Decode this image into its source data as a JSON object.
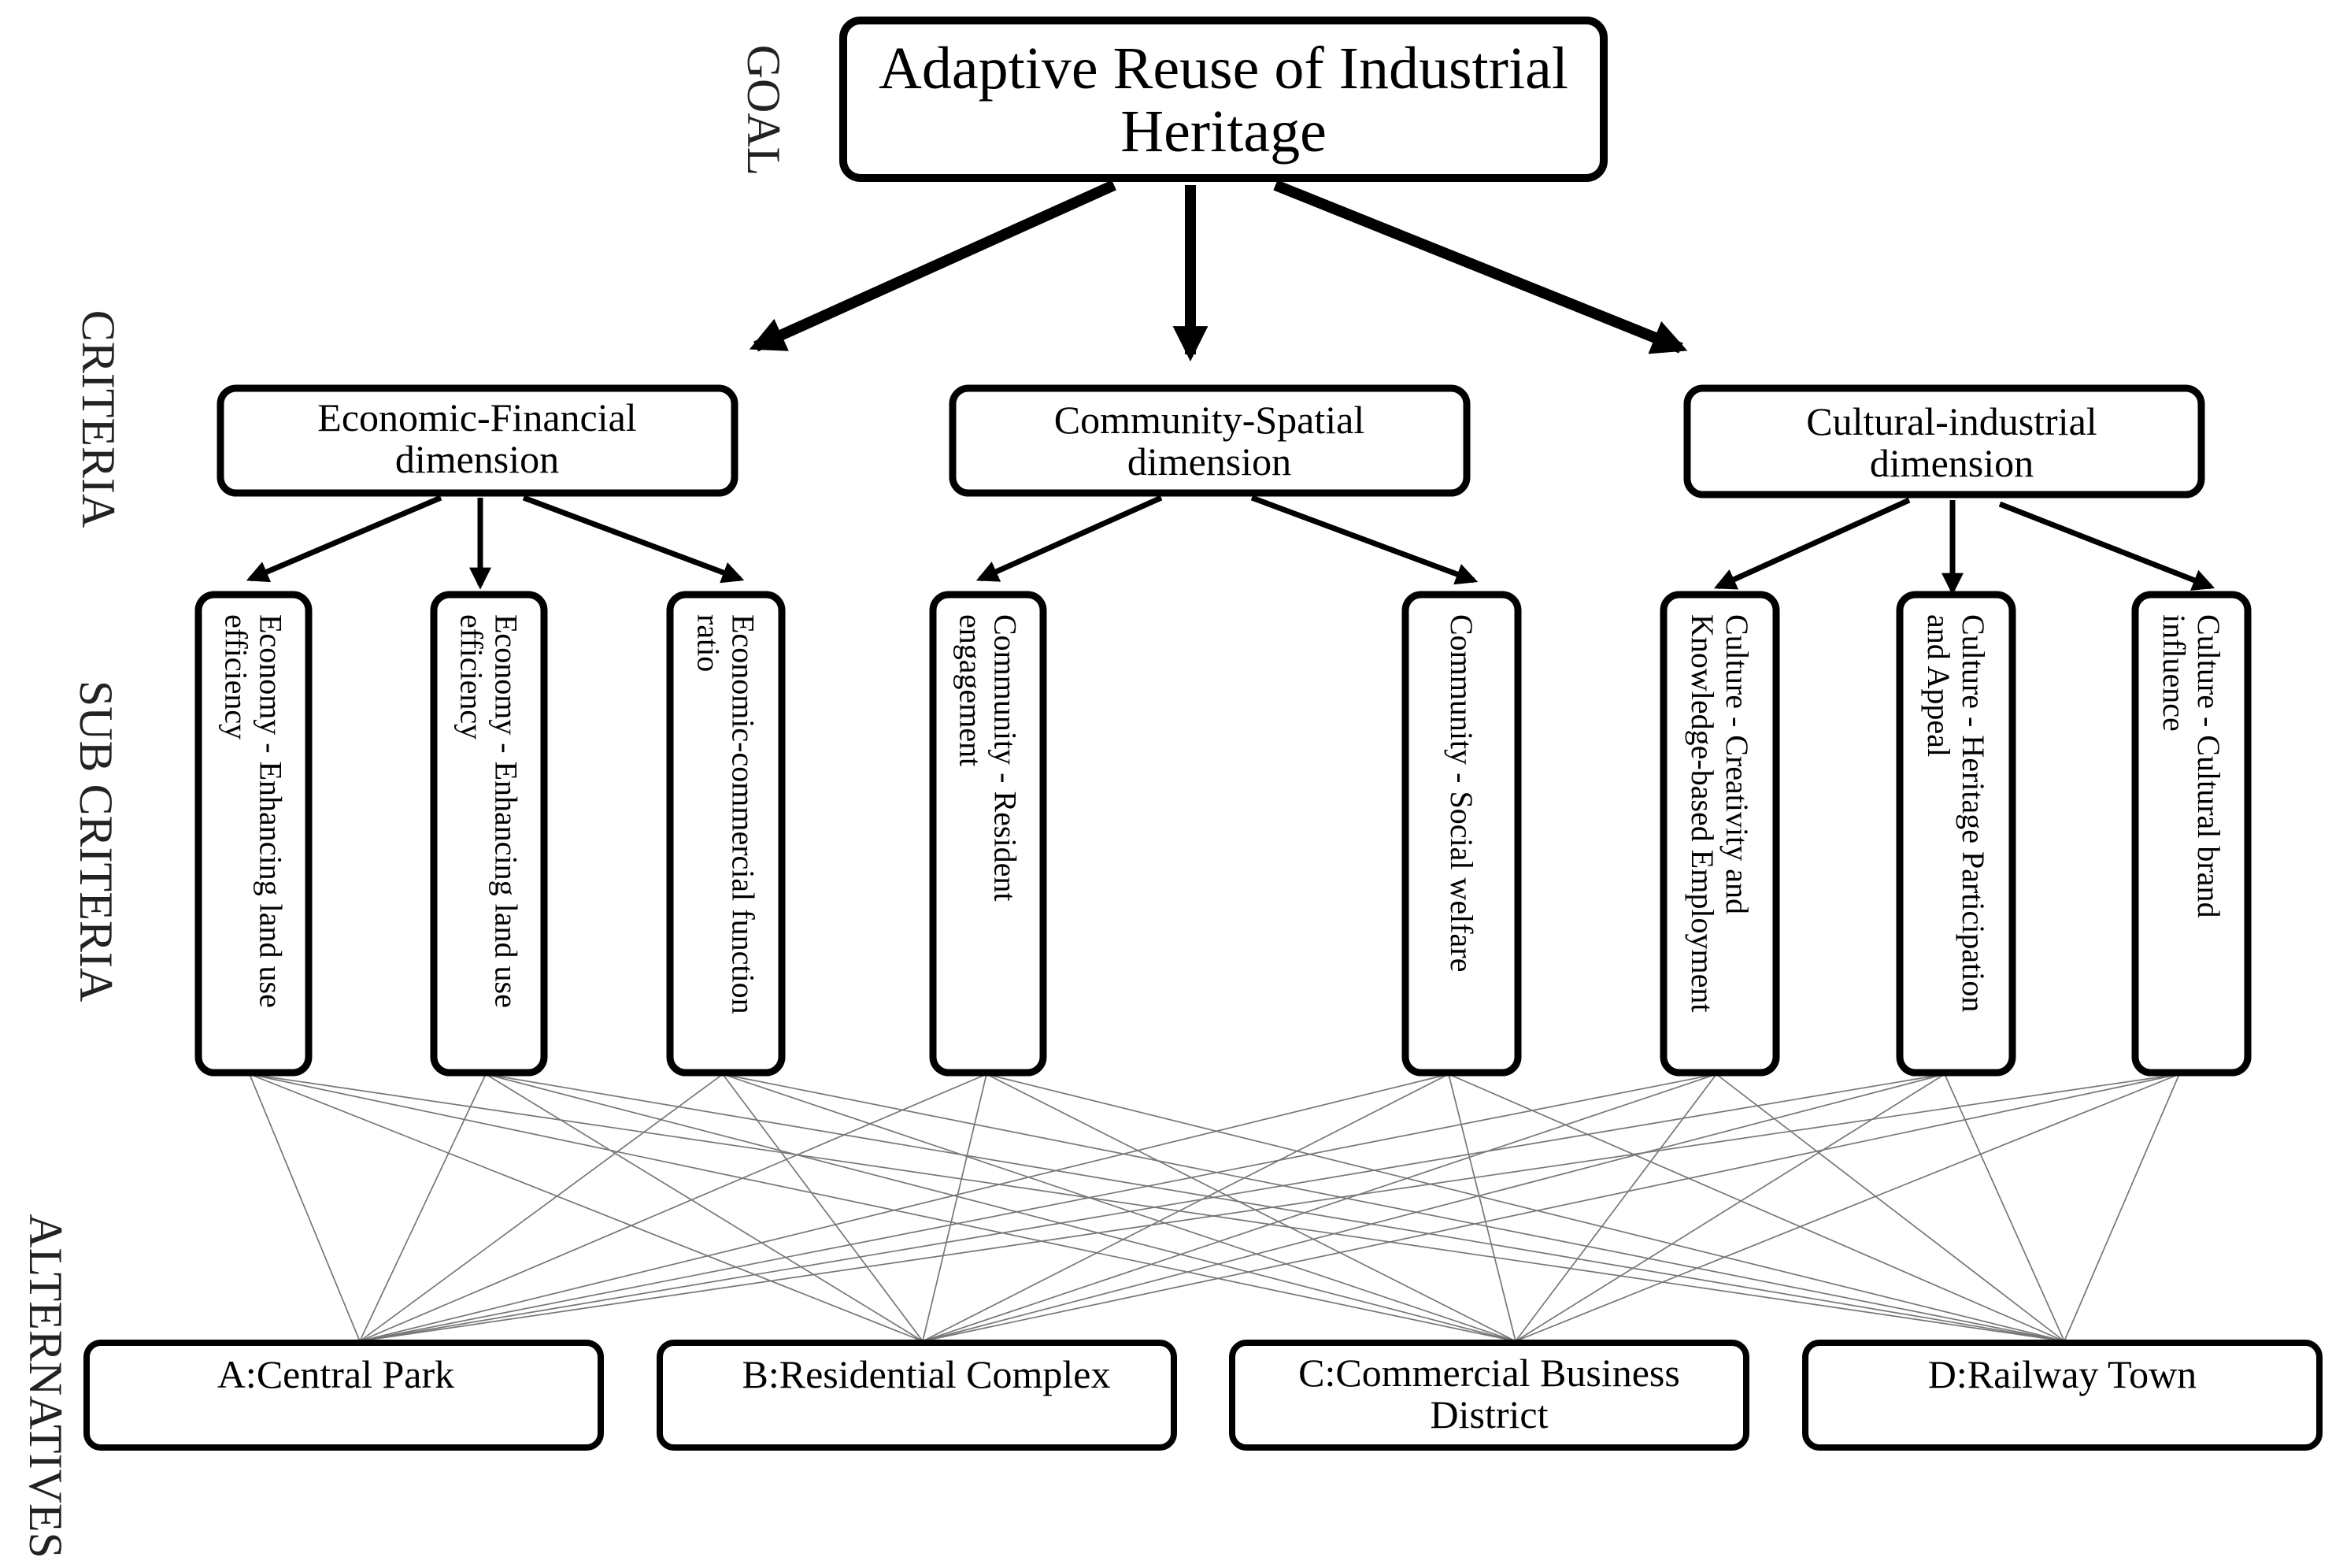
{
  "levels": {
    "goal": "GOAL",
    "criteria": "CRITERIA",
    "sub_criteria": "SUB CRITERIA",
    "alternatives": "ALTERNATIVES"
  },
  "goal": {
    "line1": "Adaptive Reuse of Industrial",
    "line2": "Heritage"
  },
  "criteria": [
    {
      "line1": "Economic-Financial",
      "line2": "dimension"
    },
    {
      "line1": "Community-Spatial",
      "line2": "dimension"
    },
    {
      "line1": "Cultural-industrial",
      "line2": "dimension"
    }
  ],
  "sub_criteria": [
    {
      "lines": [
        "Economy - Enhancing land use",
        "efficiency"
      ]
    },
    {
      "lines": [
        "Economy - Enhancing land use",
        "efficiency"
      ]
    },
    {
      "lines": [
        "Economic-commercial function",
        "ratio"
      ]
    },
    {
      "lines": [
        "Community - Resident",
        "engagement"
      ]
    },
    {
      "lines": [
        "Community - Social welfare"
      ]
    },
    {
      "lines": [
        "Culture - Creativity and",
        "Knowledge-based Employment"
      ]
    },
    {
      "lines": [
        "Culture - Heritage Participation",
        "and Appeal"
      ]
    },
    {
      "lines": [
        "Culture - Cultural brand",
        "influence"
      ]
    }
  ],
  "alternatives": [
    {
      "lines": [
        "A:Central Park"
      ]
    },
    {
      "lines": [
        "B:Residential  Complex"
      ]
    },
    {
      "lines": [
        "C:Commercial Business",
        "District"
      ]
    },
    {
      "lines": [
        "D:Railway Town"
      ]
    }
  ]
}
